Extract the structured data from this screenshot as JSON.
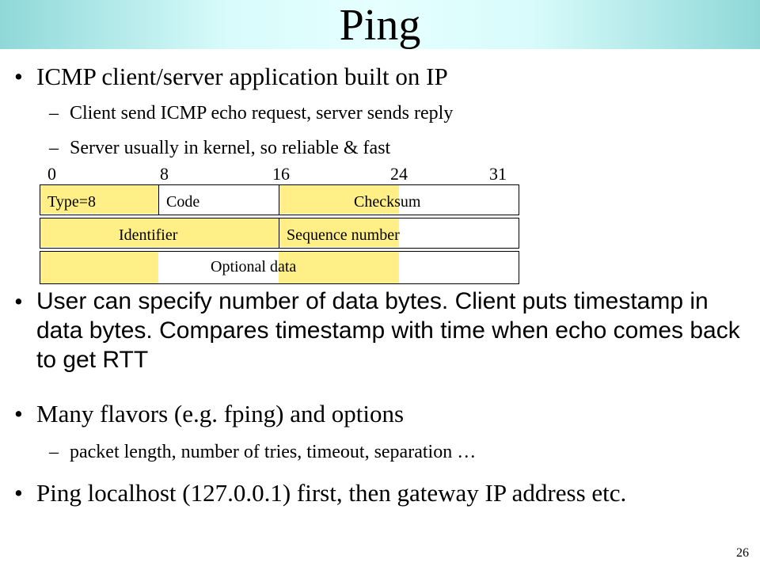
{
  "slide": {
    "title": "Ping",
    "bullets": [
      {
        "text": "ICMP client/server application built on IP",
        "subs": [
          "Client send ICMP echo request, server sends reply",
          "Server usually in kernel, so reliable & fast"
        ]
      },
      {
        "text": "User can specify number of data bytes. Client puts timestamp in data bytes. Compares timestamp with time when echo comes back to get RTT",
        "subs": []
      },
      {
        "text": "Many flavors (e.g. fping) and options",
        "subs": [
          "packet length, number of tries, timeout, separation …"
        ]
      },
      {
        "text": "Ping localhost (127.0.0.1) first, then gateway IP address etc.",
        "subs": []
      }
    ],
    "bullet_char": "•",
    "sub_char": "–",
    "page_number": "26"
  },
  "packet_diagram": {
    "bit_labels": [
      "0",
      "8",
      "16",
      "24",
      "31"
    ],
    "fields": {
      "type": "Type=8",
      "code": "Code",
      "checksum": "Checksum",
      "identifier": "Identifier",
      "sequence": "Sequence number",
      "data": "Optional data"
    },
    "highlight_color": "#ffef86"
  },
  "colors": {
    "title_gradient_edge": "#8fd8d8",
    "title_gradient_center": "#e6ffff"
  }
}
